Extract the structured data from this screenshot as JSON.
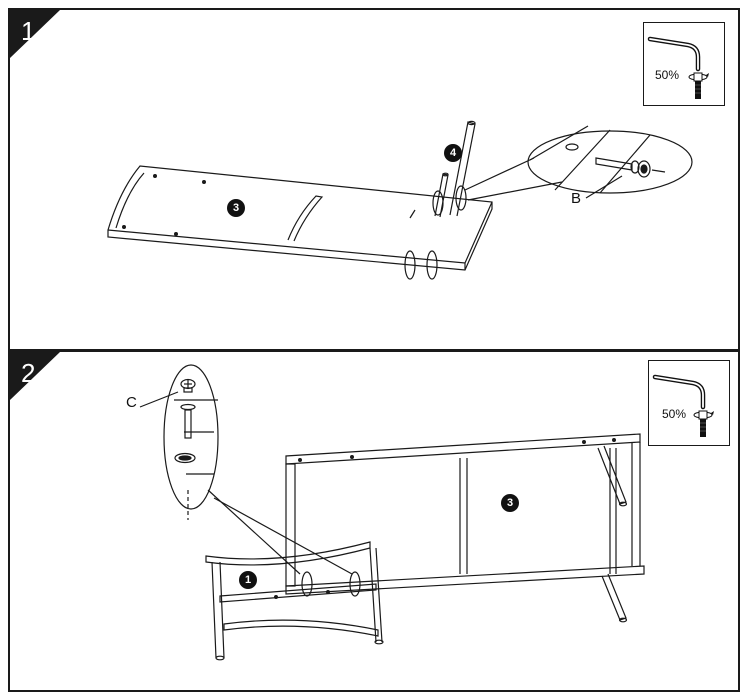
{
  "steps": [
    {
      "number": "1",
      "hint_percent": "50%",
      "part_main": "3",
      "part_secondary": "4",
      "hardware_label": "B"
    },
    {
      "number": "2",
      "hint_percent": "50%",
      "part_main": "3",
      "part_secondary": "1",
      "hardware_label": "C"
    }
  ],
  "icons": {
    "allen_key": "allen-key-icon",
    "rotate": "rotate-arrow-icon",
    "bolt": "bolt-icon"
  },
  "colors": {
    "line": "#1a1a1a",
    "tab": "#1a1a1a",
    "background": "#ffffff"
  }
}
